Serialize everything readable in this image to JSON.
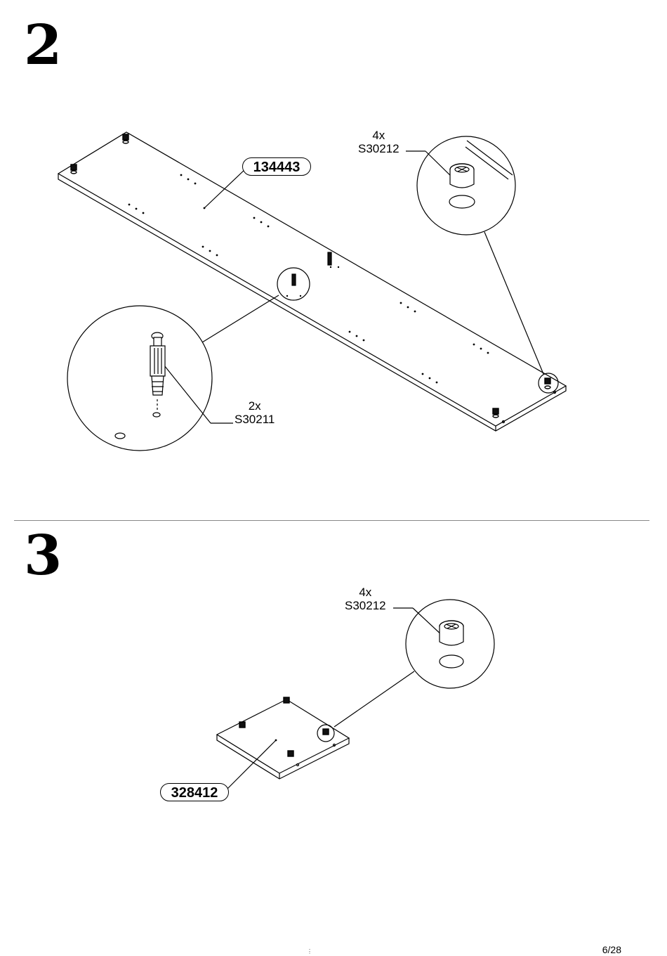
{
  "steps": [
    {
      "number": "2",
      "part_id": "134443",
      "fittings": [
        {
          "qty": "4x",
          "code": "S30212"
        },
        {
          "qty": "2x",
          "code": "S30211"
        }
      ]
    },
    {
      "number": "3",
      "part_id": "328412",
      "fittings": [
        {
          "qty": "4x",
          "code": "S30212"
        }
      ]
    }
  ],
  "footer": {
    "page": "6/28",
    "center_mark": "⋮"
  }
}
